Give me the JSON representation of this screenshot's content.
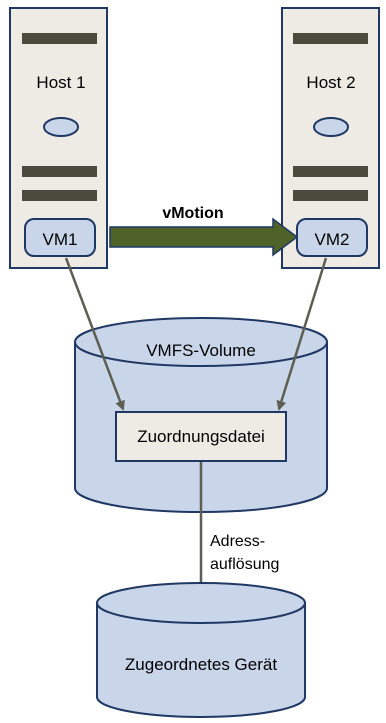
{
  "hosts": [
    {
      "label": "Host 1",
      "vm": "VM1"
    },
    {
      "label": "Host 2",
      "vm": "VM2"
    }
  ],
  "migration": {
    "label": "vMotion"
  },
  "datastore": {
    "label": "VMFS-Volume",
    "mapping_file": "Zuordnungsdatei"
  },
  "resolution": {
    "line1": "Adress-",
    "line2": "auflösung"
  },
  "device": {
    "label": "Zugeordnetes Gerät"
  },
  "colors": {
    "host_fill": "#eeebe4",
    "outline": "#1f3864",
    "vm_fill": "#c9d6ea",
    "slot": "#4b4b3d",
    "vmotion_arrow": "#4f6228",
    "connector": "#5e5e52"
  }
}
